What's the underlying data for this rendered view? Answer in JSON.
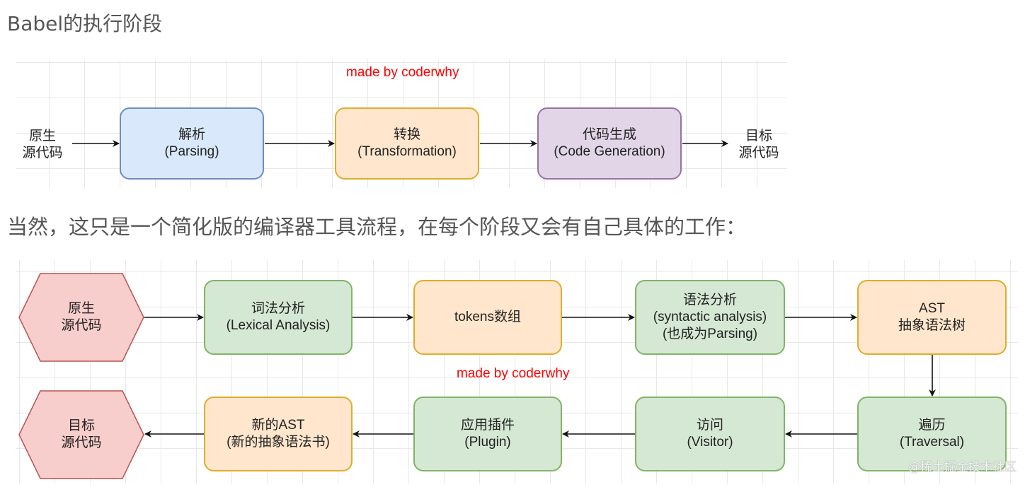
{
  "heading": "Babel的执行阶段",
  "paragraph": "当然，这只是一个简化版的编译器工具流程，在每个阶段又会有自己具体的工作：",
  "diagram1": {
    "watermark": "made by coderwhy",
    "start": [
      "原生",
      "源代码"
    ],
    "end": [
      "目标",
      "源代码"
    ],
    "nodes": [
      {
        "line1": "解析",
        "line2": "(Parsing)",
        "color": "#dae8fc"
      },
      {
        "line1": "转换",
        "line2": "(Transformation)",
        "color": "#ffe6cc"
      },
      {
        "line1": "代码生成",
        "line2": "(Code Generation)",
        "color": "#e1d5e7"
      }
    ]
  },
  "diagram2": {
    "watermark": "made by coderwhy",
    "start": [
      "原生",
      "源代码"
    ],
    "end": [
      "目标",
      "源代码"
    ],
    "row1": [
      {
        "lines": [
          "词法分析",
          "(Lexical Analysis)"
        ],
        "color": "#d5e8d4"
      },
      {
        "lines": [
          "tokens数组"
        ],
        "color": "#ffe6cc"
      },
      {
        "lines": [
          "语法分析",
          "(syntactic analysis)",
          "(也成为Parsing)"
        ],
        "color": "#d5e8d4"
      },
      {
        "lines": [
          "AST",
          "抽象语法树"
        ],
        "color": "#ffe6cc"
      }
    ],
    "row2": [
      {
        "lines": [
          "遍历",
          "(Traversal)"
        ],
        "color": "#d5e8d4"
      },
      {
        "lines": [
          "访问",
          "(Visitor)"
        ],
        "color": "#d5e8d4"
      },
      {
        "lines": [
          "应用插件",
          "(Plugin)"
        ],
        "color": "#d5e8d4"
      },
      {
        "lines": [
          "新的AST",
          "(新的抽象语法书)"
        ],
        "color": "#ffe6cc"
      }
    ]
  },
  "site_watermark": "@稀土掘金技术社区"
}
